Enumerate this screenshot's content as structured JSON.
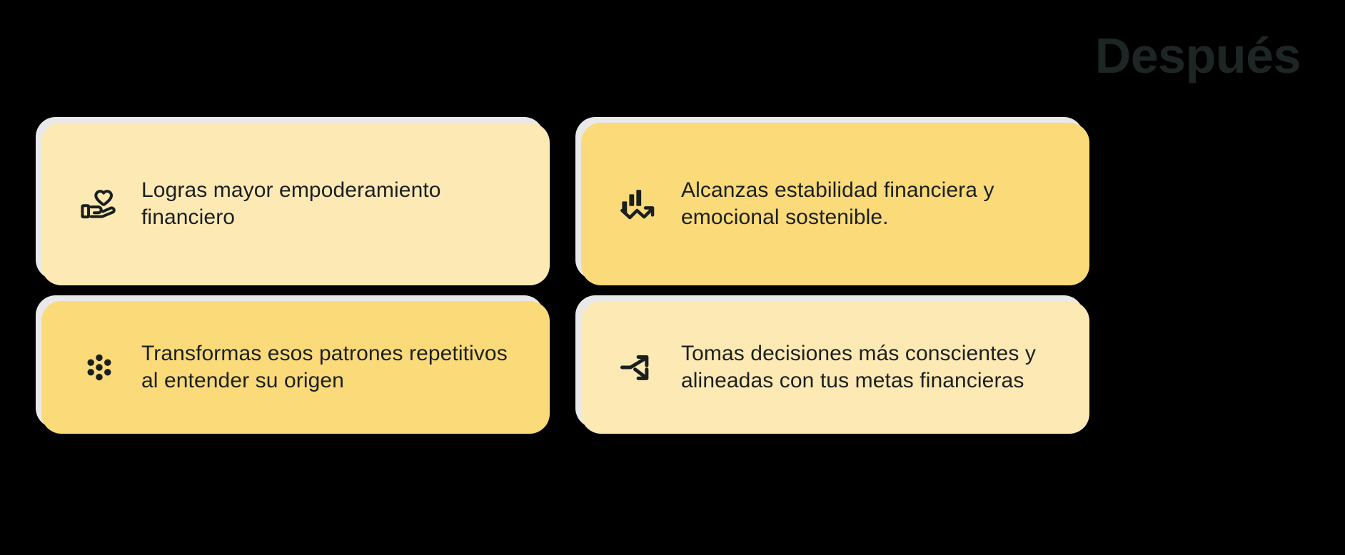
{
  "header": {
    "title": "Después"
  },
  "theme": {
    "background": "#000000",
    "card_light": "#fde9b4",
    "card_deep": "#fada79",
    "text": "#1b2020",
    "title_color": "#1e2525",
    "shadow_plate": "#e9e9e9"
  },
  "cards": [
    {
      "id": "empoderamiento",
      "icon": "hand-heart-icon",
      "tone": "light",
      "text": "Logras mayor empoderamiento financiero"
    },
    {
      "id": "estabilidad",
      "icon": "chart-growth-arrow-icon",
      "tone": "deep",
      "text": "Alcanzas estabilidad financiera y emocional sostenible."
    },
    {
      "id": "patrones",
      "icon": "dots-cluster-icon",
      "tone": "deep",
      "text": "Transformas esos patrones repetitivos al entender su origen"
    },
    {
      "id": "decisiones",
      "icon": "branching-arrows-icon",
      "tone": "light",
      "text": "Tomas decisiones más conscientes y alineadas con tus metas financieras"
    }
  ]
}
